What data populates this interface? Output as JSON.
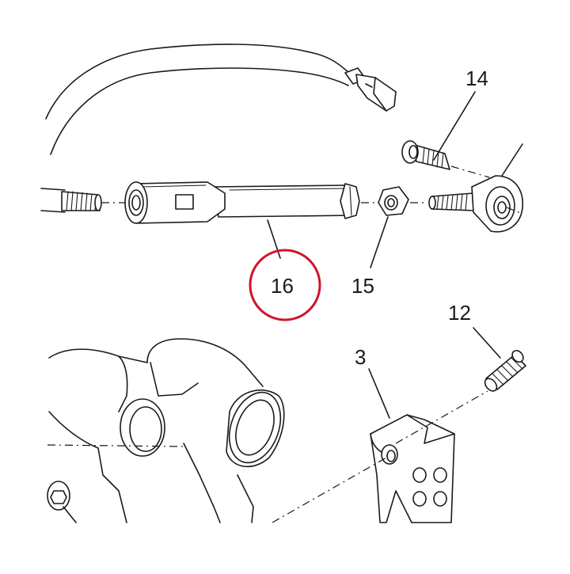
{
  "callouts": {
    "part_14": "14",
    "part_16": "16",
    "part_15": "15",
    "part_12": "12",
    "part_3": "3"
  },
  "highlight": {
    "target": "16",
    "color": "#d0142c"
  }
}
